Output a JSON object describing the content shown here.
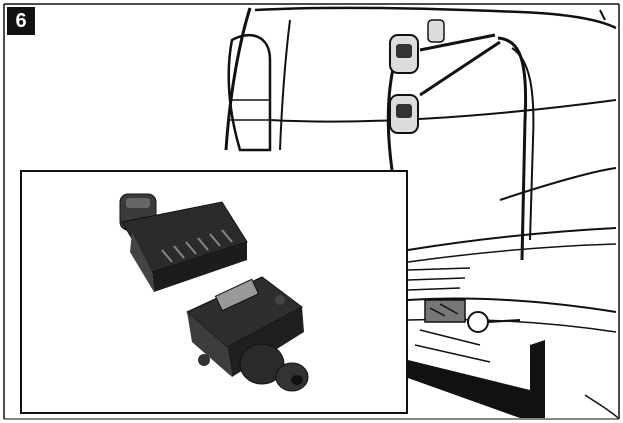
{
  "step": {
    "number": "6"
  },
  "colors": {
    "line": "#111111",
    "background": "#ffffff",
    "connector_dark": "#2b2b2b",
    "connector_mid": "#555555"
  },
  "icons": [
    "car-rear-illustration",
    "bike-rack-illustration",
    "trailer-plug-photo",
    "trailer-socket-photo"
  ]
}
